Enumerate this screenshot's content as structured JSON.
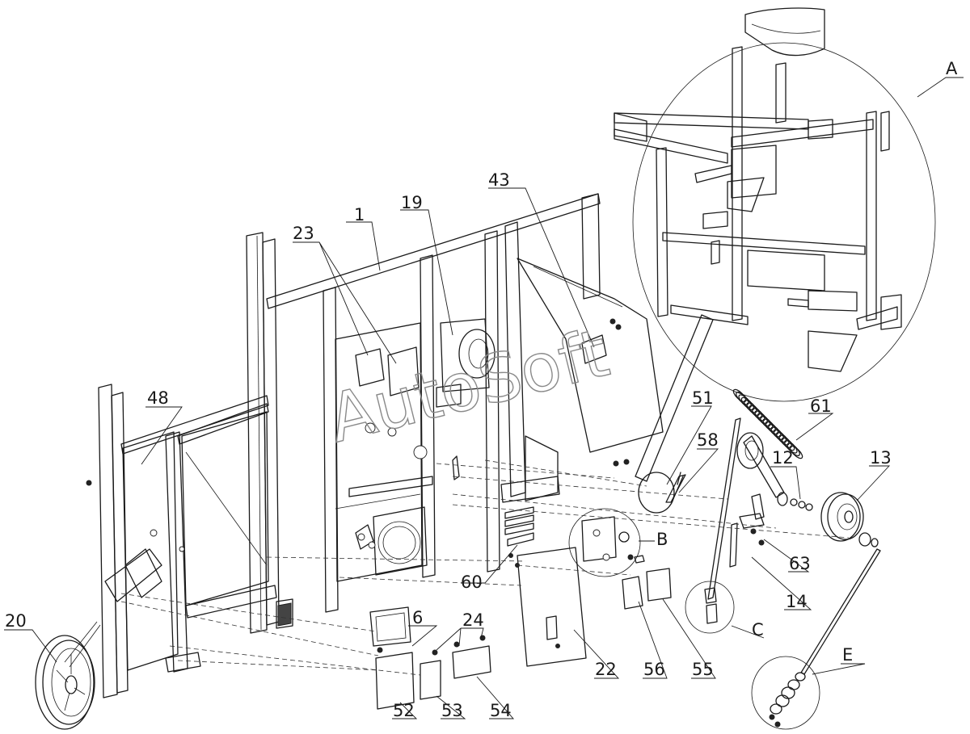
{
  "watermark": "AutoSoft",
  "callouts": [
    {
      "id": "A",
      "label": "A"
    },
    {
      "id": "1",
      "label": "1"
    },
    {
      "id": "19",
      "label": "19"
    },
    {
      "id": "23",
      "label": "23"
    },
    {
      "id": "43",
      "label": "43"
    },
    {
      "id": "48",
      "label": "48"
    },
    {
      "id": "51",
      "label": "51"
    },
    {
      "id": "58",
      "label": "58"
    },
    {
      "id": "61",
      "label": "61"
    },
    {
      "id": "12",
      "label": "12"
    },
    {
      "id": "13",
      "label": "13"
    },
    {
      "id": "B",
      "label": "B"
    },
    {
      "id": "63",
      "label": "63"
    },
    {
      "id": "60",
      "label": "60"
    },
    {
      "id": "14",
      "label": "14"
    },
    {
      "id": "C",
      "label": "C"
    },
    {
      "id": "6",
      "label": "6"
    },
    {
      "id": "24",
      "label": "24"
    },
    {
      "id": "20",
      "label": "20"
    },
    {
      "id": "22",
      "label": "22"
    },
    {
      "id": "56",
      "label": "56"
    },
    {
      "id": "55",
      "label": "55"
    },
    {
      "id": "E",
      "label": "E"
    },
    {
      "id": "52",
      "label": "52"
    },
    {
      "id": "53",
      "label": "53"
    },
    {
      "id": "54",
      "label": "54"
    }
  ]
}
